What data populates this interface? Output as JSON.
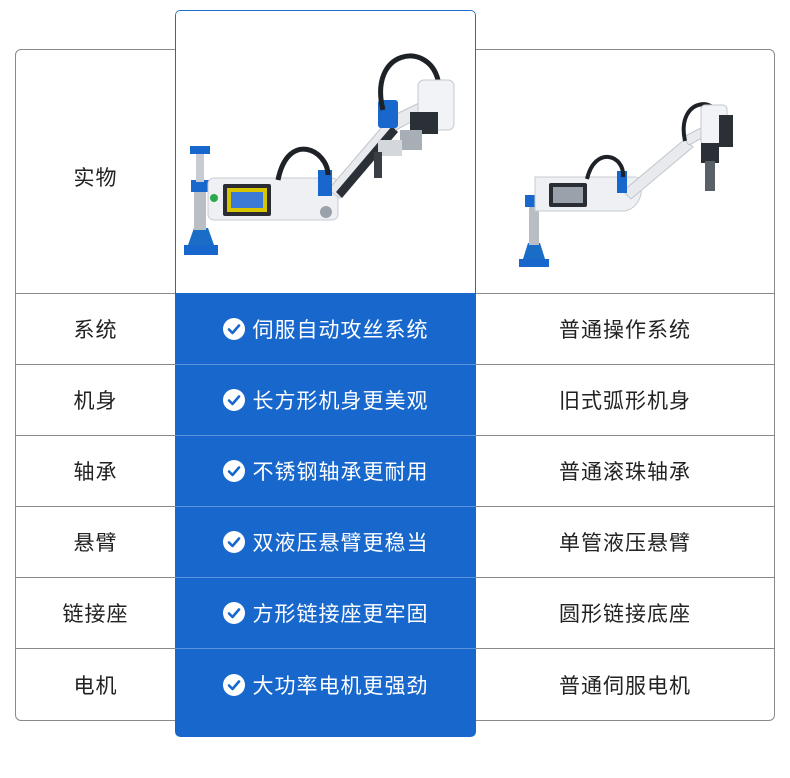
{
  "header": {
    "label": "实物"
  },
  "rows": [
    {
      "label": "系统",
      "feature": "伺服自动攻丝系统",
      "other": "普通操作系统"
    },
    {
      "label": "机身",
      "feature": "长方形机身更美观",
      "other": "旧式弧形机身"
    },
    {
      "label": "轴承",
      "feature": "不锈钢轴承更耐用",
      "other": "普通滚珠轴承"
    },
    {
      "label": "悬臂",
      "feature": "双液压悬臂更稳当",
      "other": "单管液压悬臂"
    },
    {
      "label": "链接座",
      "feature": "方形链接座更牢固",
      "other": "圆形链接底座"
    },
    {
      "label": "电机",
      "feature": "大功率电机更强劲",
      "other": "普通伺服电机"
    }
  ],
  "icons": {
    "check": "check-circle-icon"
  },
  "colors": {
    "accent": "#1767cc",
    "border": "#8a8a8a",
    "text": "#222222"
  }
}
